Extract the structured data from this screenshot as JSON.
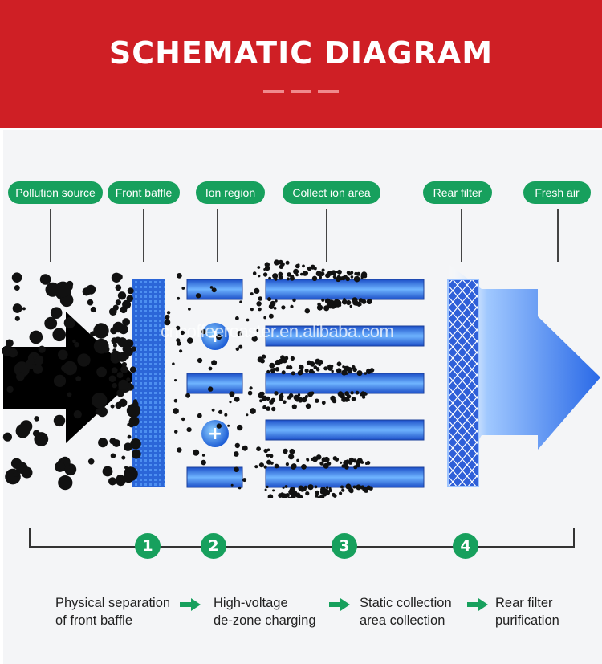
{
  "header": {
    "title": "SCHEMATIC DIAGRAM"
  },
  "labels": [
    {
      "id": "pollution",
      "text": "Pollution source"
    },
    {
      "id": "baffle",
      "text": "Front baffle"
    },
    {
      "id": "ion",
      "text": "Ion region"
    },
    {
      "id": "collect",
      "text": "Collect ion area"
    },
    {
      "id": "rear",
      "text": "Rear filter"
    },
    {
      "id": "fresh",
      "text": "Fresh air"
    }
  ],
  "steps": [
    "1",
    "2",
    "3",
    "4"
  ],
  "descriptions": [
    {
      "line1": "Physical separation",
      "line2": "of front baffle"
    },
    {
      "line1": "High-voltage",
      "line2": "de-zone charging"
    },
    {
      "line1": "Static collection",
      "line2": "area collection"
    },
    {
      "line1": "Rear filter",
      "line2": "purification"
    }
  ],
  "watermark": "cncoffeeroaster.en.alibaba.com",
  "colors": {
    "header": "#cf1f25",
    "accent_green": "#17a05d",
    "plate_blue": "#2f6fe0",
    "air_blue": "#1f62e6"
  }
}
